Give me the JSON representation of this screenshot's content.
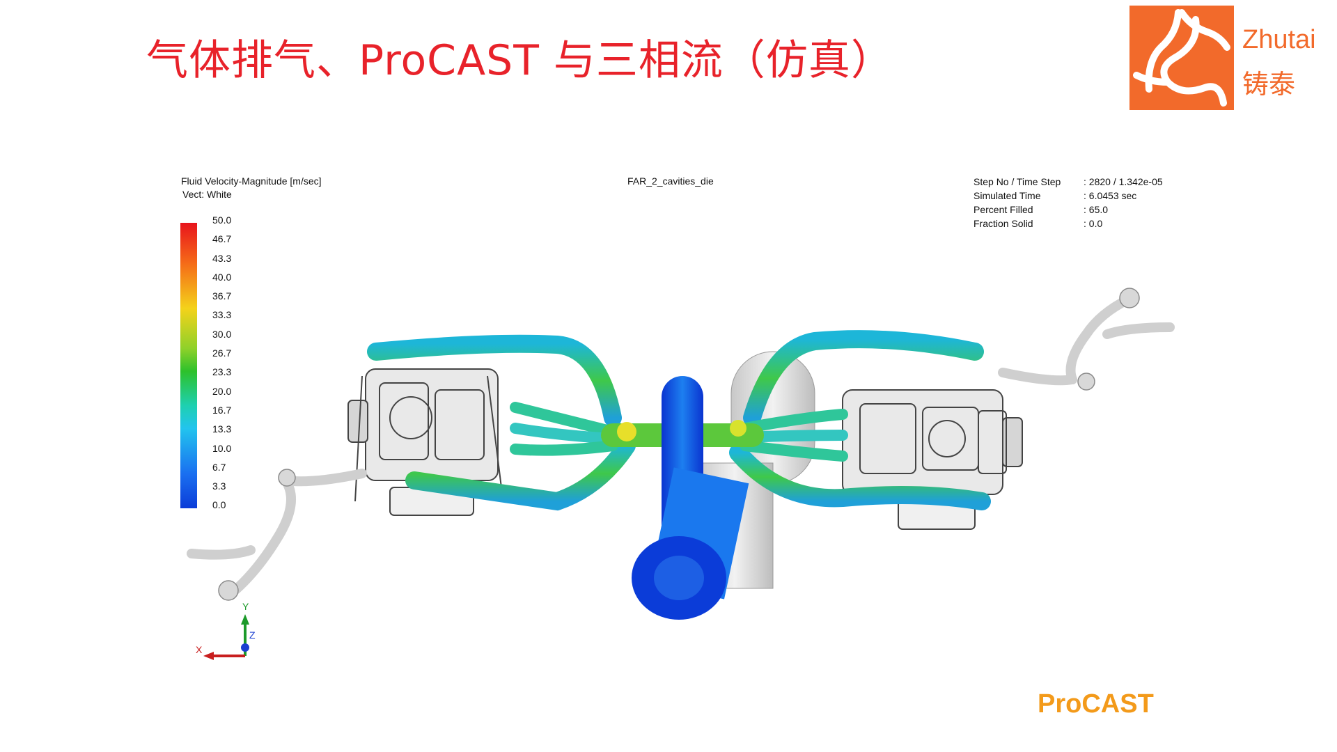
{
  "slide": {
    "title": "气体排气、ProCAST 与三相流（仿真）"
  },
  "logo": {
    "text_en": "Zhutai",
    "text_cn": "铸泰",
    "color": "#f26a2b"
  },
  "legend": {
    "title": "Fluid Velocity-Magnitude [m/sec]",
    "vector": "Vect: White",
    "ticks": [
      "50.0",
      "46.7",
      "43.3",
      "40.0",
      "36.7",
      "33.3",
      "30.0",
      "26.7",
      "23.3",
      "20.0",
      "16.7",
      "13.3",
      "10.0",
      "6.7",
      "3.3",
      "0.0"
    ],
    "colors": [
      "#e8141c",
      "#f4d21a",
      "#2dc12b",
      "#22c4ee",
      "#0b3cd8"
    ]
  },
  "simulation": {
    "name": "FAR_2_cavities_die"
  },
  "status": {
    "rows": [
      {
        "label": "Step No / Time Step",
        "value": ": 2820 / 1.342e-05"
      },
      {
        "label": "Simulated Time",
        "value": ": 6.0453 sec"
      },
      {
        "label": "Percent Filled",
        "value": ": 65.0"
      },
      {
        "label": "Fraction Solid",
        "value": ": 0.0"
      }
    ]
  },
  "axes": {
    "x": "X",
    "y": "Y",
    "z": "Z"
  },
  "brand": {
    "text": "ProCAST",
    "color": "#f39a1a"
  }
}
